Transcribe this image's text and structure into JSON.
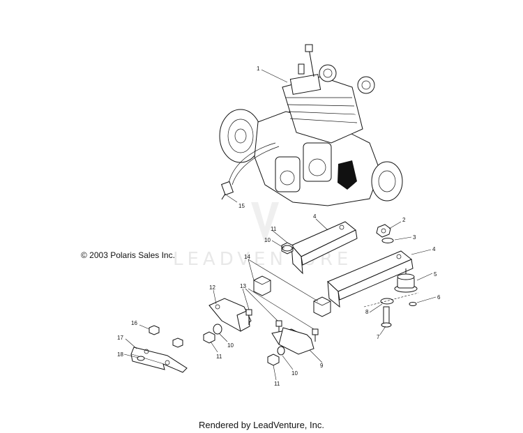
{
  "copyright": "© 2003 Polaris Sales Inc.",
  "footer": "Rendered by LeadVenture, Inc.",
  "watermark": "LEADVENTURE",
  "callouts": {
    "c1": "1",
    "c2": "2",
    "c3": "3",
    "c4a": "4",
    "c4b": "4",
    "c5": "5",
    "c6": "6",
    "c7": "7",
    "c8": "8",
    "c9": "9",
    "c10a": "10",
    "c10b": "10",
    "c10c": "10",
    "c11a": "11",
    "c11b": "11",
    "c11c": "11",
    "c12": "12",
    "c13": "13",
    "c14": "14",
    "c15": "15",
    "c16": "16",
    "c17": "17",
    "c18": "18"
  }
}
